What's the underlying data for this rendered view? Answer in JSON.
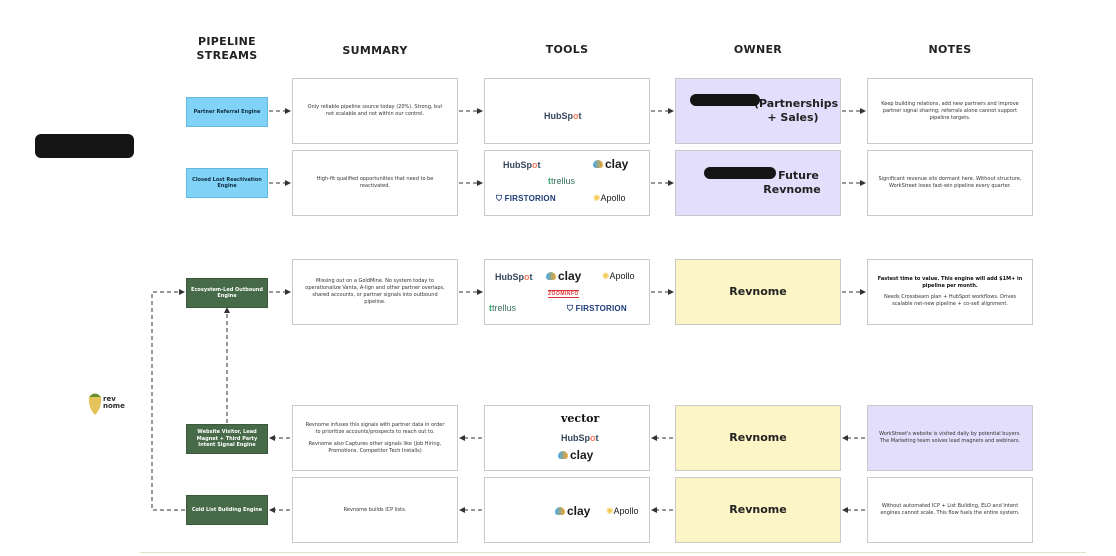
{
  "headers": {
    "pipeline_streams": [
      "PIPELINE",
      "STREAMS"
    ],
    "summary": "SUMMARY",
    "tools": "TOOLS",
    "owner": "OWNER",
    "notes": "NOTES"
  },
  "rows": [
    {
      "stream": "Partner Referral Engine",
      "summary": "Only reliable pipeline source today (20%). Strong, but not scalable and not within our control.",
      "owner": "(Partnerships + Sales)",
      "notes": "Keep building relations, add new partners and improve partner signal sharing; referrals alone cannot support pipeline targets."
    },
    {
      "stream": "Closed Lost Reactivation Engine",
      "summary": "High-fit qualified opportunities that need to be reactivated.",
      "owner": "→ Future Revnome",
      "notes": "Significant revenue sits dormant here. Without structure, WorkStreet loses fast-win pipeline every quarter."
    },
    {
      "stream": "Ecosystem-Led Outbound Engine",
      "summary": "Missing out on a GoldMine. No system today to operationalize Vanta, A-lign and other partner overlaps, shared accounts, or partner signals into outbound pipeline.",
      "owner": "Revnome",
      "notes_bold": "Fastest time to value. This engine will add $1M+ in pipeline per month.",
      "notes": "Needs Crossbeam plan + HubSpot workflows. Drives scalable net-new pipeline + co-sell alignment."
    },
    {
      "stream": "Website Visitor, Lead Magnet + Third Party Intent Signal Engine",
      "summary": "Revnome infuses this signals with partner data in order to prioritize accounts/prospects to reach out to.",
      "summary2": "Revnome also Captures other signals like (Job Hiring, Promotions, Competitor Tech Installs)",
      "owner": "Revnome",
      "notes": "WorkStreet's website is visited daily by potential buyers. The Marketing team solves lead magnets and webinars."
    },
    {
      "stream": "Cold List Building Engine",
      "summary": "Revnome builds ICP lists.",
      "owner": "Revnome",
      "notes": "Without automated ICP + List Building, ELO and Intent engines cannot scale. This flow fuels the entire system."
    }
  ],
  "tools": {
    "hubspot": [
      "HubSp",
      "o",
      "t"
    ],
    "clay": "clay",
    "trellus": [
      "t",
      "trellus"
    ],
    "apollo": [
      "✺",
      "Apollo"
    ],
    "firstorion": [
      "⛉",
      "FIRST",
      "ORION"
    ],
    "vector": "vector",
    "zoominfo": "ZOOMINFO"
  },
  "brand_logo": {
    "line1": "rev",
    "line2": "nome"
  },
  "colors": {
    "stream_blue": "#80d3f7",
    "stream_green": "#476b48",
    "owner_purple": "#e2defb",
    "owner_yellow": "#fcf5c6",
    "hubspot_orange": "#ff7a59"
  }
}
